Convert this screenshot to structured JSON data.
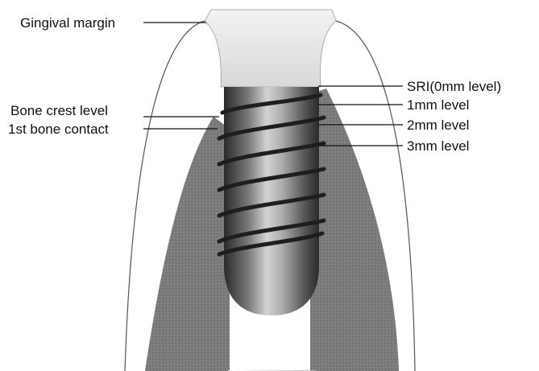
{
  "labels": {
    "gingival_margin": "Gingival margin",
    "bone_crest_level": "Bone crest level",
    "first_bone_contact": "1st bone contact",
    "sri_level": "SRI(0mm level)",
    "level_1mm": "1mm level",
    "level_2mm": "2mm level",
    "level_3mm": "3mm level"
  },
  "colors": {
    "bone": "#7d7d7d",
    "soft_tissue_outline": "#555555",
    "abutment": "#e8e8e8",
    "implant_dark": "#2b2b2b",
    "implant_light": "#b5b5b5",
    "leader_line": "#111111"
  }
}
